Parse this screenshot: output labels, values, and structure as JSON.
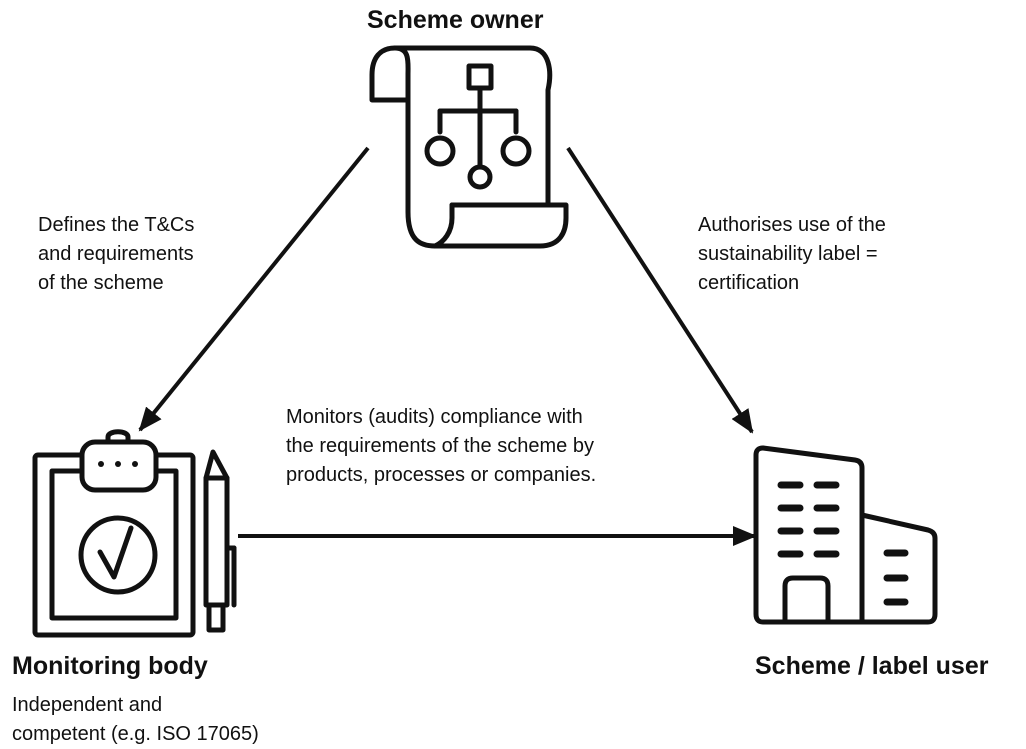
{
  "nodes": {
    "scheme_owner": {
      "title": "Scheme owner"
    },
    "monitoring_body": {
      "title": "Monitoring body",
      "description": [
        "Independent and",
        "competent (e.g. ISO 17065)"
      ]
    },
    "label_user": {
      "title": "Scheme / label user"
    }
  },
  "edges": {
    "owner_to_monitor": [
      "Defines the T&Cs",
      "and requirements",
      "of the scheme"
    ],
    "owner_to_user": [
      "Authorises use of the",
      "sustainability label =",
      "certification"
    ],
    "monitor_to_user": [
      "Monitors (audits) compliance with",
      "the requirements of the scheme by",
      "products, processes or companies."
    ]
  },
  "colors": {
    "ink": "#111111",
    "background": "#ffffff"
  },
  "icons": {
    "scheme_owner": "scroll-hierarchy-icon",
    "monitoring_body": "clipboard-check-pencil-icon",
    "label_user": "office-building-icon"
  }
}
